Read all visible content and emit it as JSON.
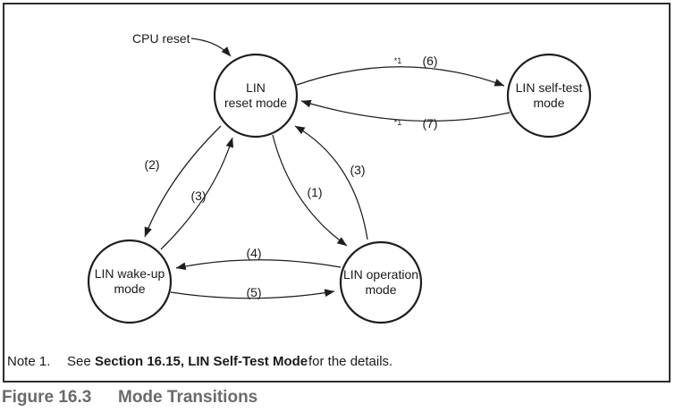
{
  "figure_caption": {
    "label": "Figure 16.3",
    "title": "Mode Transitions"
  },
  "note": {
    "label": "Note 1.",
    "text_before": "See",
    "text_bold": "Section 16.15, LIN Self-Test Mode",
    "text_after": "for the details."
  },
  "diagram": {
    "external_label": "CPU reset",
    "nodes": [
      {
        "id": "lin-reset-mode",
        "line1": "LIN",
        "line2": "reset mode"
      },
      {
        "id": "lin-self-test-mode",
        "line1": "LIN self-test",
        "line2": "mode"
      },
      {
        "id": "lin-wake-up-mode",
        "line1": "LIN wake-up",
        "line2": "mode"
      },
      {
        "id": "lin-operation-mode",
        "line1": "LIN operation",
        "line2": "mode"
      }
    ],
    "transitions": [
      {
        "label": "(1)",
        "from": "LIN reset mode",
        "to": "LIN operation mode"
      },
      {
        "label": "(2)",
        "from": "LIN reset mode",
        "to": "LIN wake-up mode"
      },
      {
        "label": "(3)",
        "from": "LIN wake-up mode",
        "to": "LIN reset mode"
      },
      {
        "label": "(3)",
        "from": "LIN operation mode",
        "to": "LIN reset mode"
      },
      {
        "label": "(4)",
        "from": "LIN operation mode",
        "to": "LIN wake-up mode"
      },
      {
        "label": "(5)",
        "from": "LIN wake-up mode",
        "to": "LIN operation mode"
      },
      {
        "label": "(6)",
        "from": "LIN reset mode",
        "to": "LIN self-test mode",
        "note_ref": "*1"
      },
      {
        "label": "(7)",
        "from": "LIN self-test mode",
        "to": "LIN reset mode",
        "note_ref": "*1"
      }
    ],
    "colors": {
      "line": "#1e1e1e",
      "text": "#1a1a1a",
      "caption": "#6a6a6a",
      "background": "#ffffff"
    }
  }
}
